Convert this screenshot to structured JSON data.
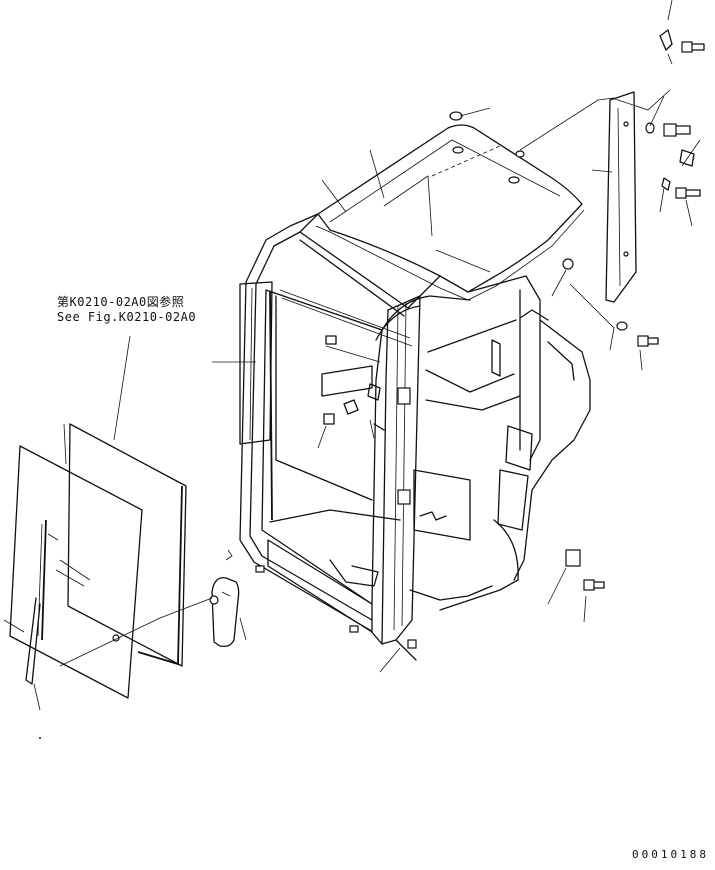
{
  "reference_note": {
    "japanese": "第K0210-02A0図参照",
    "english": "See Fig.K0210-02A0"
  },
  "drawing_number": "00010188"
}
